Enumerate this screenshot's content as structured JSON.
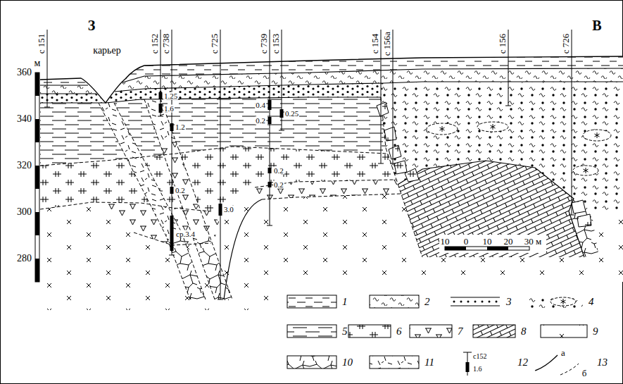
{
  "diagram": {
    "labels": [
      "З",
      "В",
      "м",
      "360",
      "340",
      "320",
      "300",
      "280",
      "карьер",
      "с 151",
      "с 152",
      "с 738",
      "с 725",
      "с 739",
      "с 153",
      "с 154",
      "с 156а",
      "с 156",
      "с 726",
      "1.25",
      "1.6",
      "1.2",
      "0.2",
      "ср.3.4",
      "3.0",
      "0.4",
      "0.2",
      "0.25",
      "0.2",
      "0.2",
      "10",
      "0",
      "10",
      "20",
      "30 м",
      "с152",
      "1.6",
      "а",
      "б"
    ],
    "legend": [
      {
        "text": "1"
      },
      {
        "text": "2"
      },
      {
        "text": "3"
      },
      {
        "text": "4"
      },
      {
        "text": "5"
      },
      {
        "text": "6"
      },
      {
        "text": "7"
      },
      {
        "text": "8"
      },
      {
        "text": "9"
      },
      {
        "text": "10"
      },
      {
        "text": "11"
      },
      {
        "text": "12"
      },
      {
        "text": "13"
      }
    ]
  }
}
